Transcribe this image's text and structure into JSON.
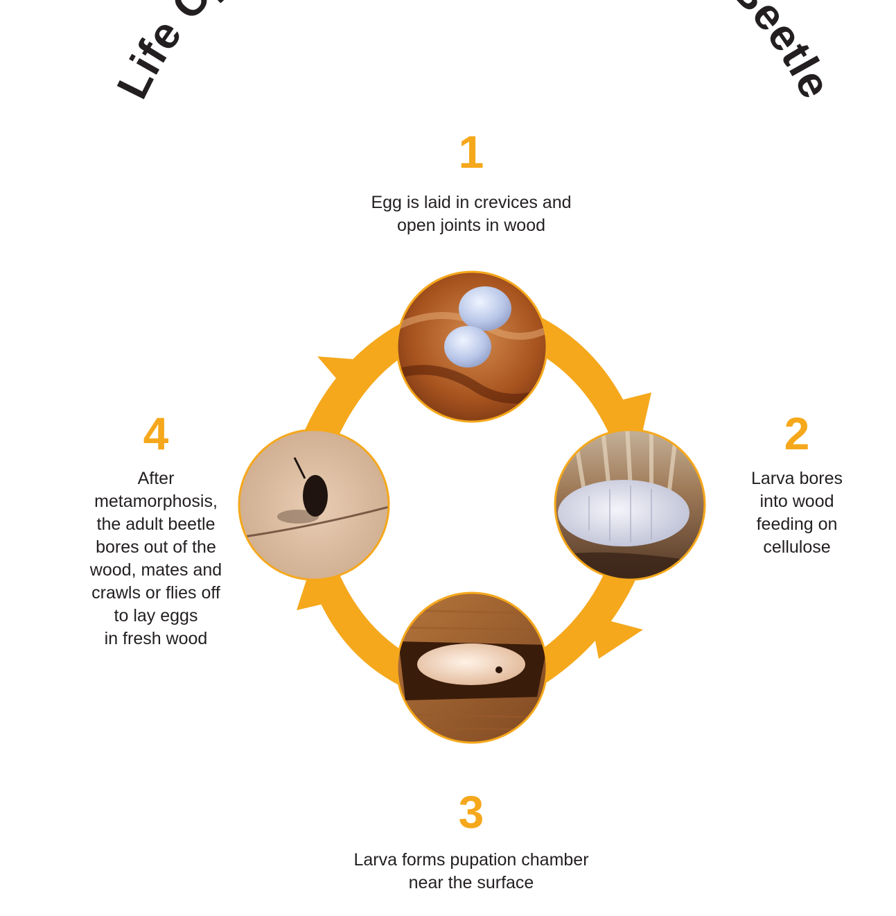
{
  "title": "Life Cycle of Common Furniture Beetle",
  "colors": {
    "accent": "#F5A81C",
    "text": "#231F20",
    "ring_stroke": "#F5A81C"
  },
  "steps": [
    {
      "number": "1",
      "description": "Egg is laid in crevices and\nopen joints in wood",
      "image": "egg-photo"
    },
    {
      "number": "2",
      "description": "Larva bores\ninto wood\nfeeding on\ncellulose",
      "image": "larva-photo"
    },
    {
      "number": "3",
      "description": "Larva forms pupation chamber\nnear the surface",
      "image": "pupa-photo"
    },
    {
      "number": "4",
      "description": "After\nmetamorphosis,\nthe adult beetle\nbores out of the\nwood, mates and\ncrawls or flies off\nto lay eggs\nin fresh wood",
      "image": "adult-beetle-photo"
    }
  ]
}
